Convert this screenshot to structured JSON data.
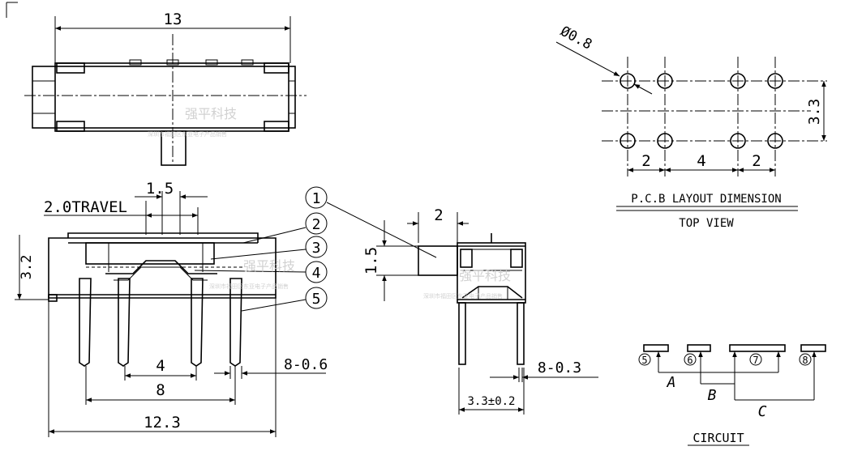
{
  "top_view": {
    "dim_width": "13"
  },
  "side_view": {
    "dim_travel": "2.0TRAVEL",
    "dim_knob": "1.5",
    "dim_height": "3.2",
    "dim_pitch_inner": "4",
    "dim_pitch_outer": "8",
    "dim_body_len": "12.3",
    "dim_pin_width": "8-0.6",
    "callouts": [
      "1",
      "2",
      "3",
      "4",
      "5"
    ]
  },
  "end_view": {
    "dim_knob_w": "2",
    "dim_knob_h": "1.5",
    "dim_pin_thk": "8-0.3",
    "dim_body_w": "3.3±0.2"
  },
  "pcb_layout": {
    "dim_hole": "Ø0.8",
    "dim_row_spacing": "3.3",
    "dim_spacing_left": "2",
    "dim_spacing_mid": "4",
    "dim_spacing_right": "2",
    "title": "P.C.B LAYOUT DIMENSION",
    "subtitle": "TOP VIEW"
  },
  "circuit": {
    "pins": [
      "5",
      "6",
      "7",
      "8"
    ],
    "labels": [
      "A",
      "B",
      "C"
    ],
    "title": "CIRCUIT"
  },
  "watermark": {
    "brand": "强平科技",
    "tagline": "深圳市福田区东亚电子产品销售"
  }
}
